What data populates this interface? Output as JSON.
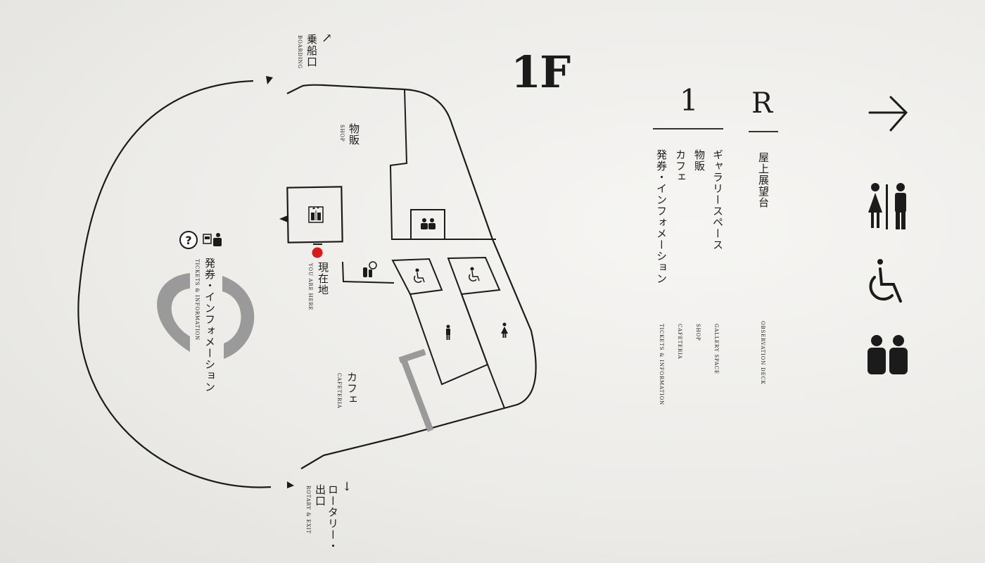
{
  "floor": {
    "label": "1F"
  },
  "boarding": {
    "arrow": "↗",
    "jp": "乗船口",
    "en": "BOARDING"
  },
  "exit": {
    "arrow": "↓",
    "jp_line1": "ロータリー・",
    "jp_line2": "出口",
    "en": "ROTARY & EXIT"
  },
  "you_are_here": {
    "jp": "現在地",
    "en": "YOU ARE HERE",
    "marker_color": "#d9191c"
  },
  "rooms": {
    "shop": {
      "jp": "物販",
      "en": "SHOP"
    },
    "cafeteria": {
      "jp": "カフェ",
      "en": "CAFETERIA"
    },
    "tickets": {
      "jp": "発券・インフォメーション",
      "en": "TICKETS & INFORMATION"
    }
  },
  "directory": {
    "floor_1": {
      "heading": "1",
      "entries": [
        {
          "jp": "ギャラリースペース",
          "en": "GALLERY SPACE"
        },
        {
          "jp": "物販",
          "en": "SHOP"
        },
        {
          "jp": "カフェ",
          "en": "CAFETERIA"
        },
        {
          "jp": "発券・インフォメーション",
          "en": "TICKETS & INFORMATION"
        }
      ]
    },
    "floor_r": {
      "heading": "R",
      "entries": [
        {
          "jp": "屋上展望台",
          "en": "OBSERVATION DECK"
        }
      ]
    }
  },
  "sidebar_icons": [
    "arrow-right-icon",
    "restroom-icon",
    "wheelchair-icon",
    "nursing-room-icon"
  ],
  "map_icons": [
    "elevator-icon",
    "nursing-room-icon",
    "fire-extinguisher-icon",
    "wheelchair-icon",
    "men-icon",
    "women-icon",
    "information-icon",
    "ticket-counter-icon"
  ],
  "colors": {
    "ink": "#1b1b1b",
    "counter_gray": "#9a9a9a",
    "accent_red": "#d9191c"
  }
}
